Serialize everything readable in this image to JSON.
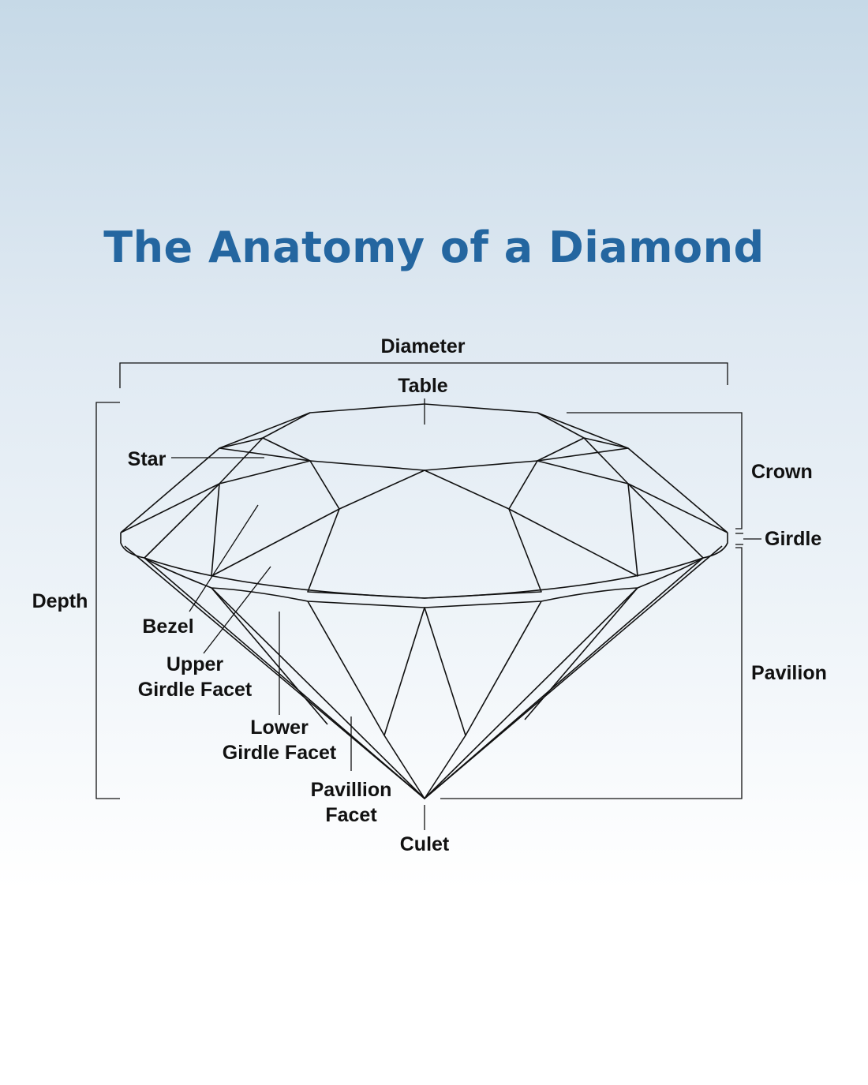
{
  "title": "The Anatomy of a Diamond",
  "labels": {
    "diameter": "Diameter",
    "table": "Table",
    "star": "Star",
    "crown": "Crown",
    "girdle": "Girdle",
    "depth": "Depth",
    "bezel": "Bezel",
    "upper_girdle_facet": [
      "Upper",
      "Girdle Facet"
    ],
    "pavilion": "Pavilion",
    "lower_girdle_facet": [
      "Lower",
      "Girdle Facet"
    ],
    "pavillion_facet": [
      "Pavillion",
      "Facet"
    ],
    "culet": "Culet"
  },
  "colors": {
    "title": "#2466a0",
    "background_top": "#c6d9e7",
    "background_bottom": "#ffffff",
    "line": "#111111"
  }
}
